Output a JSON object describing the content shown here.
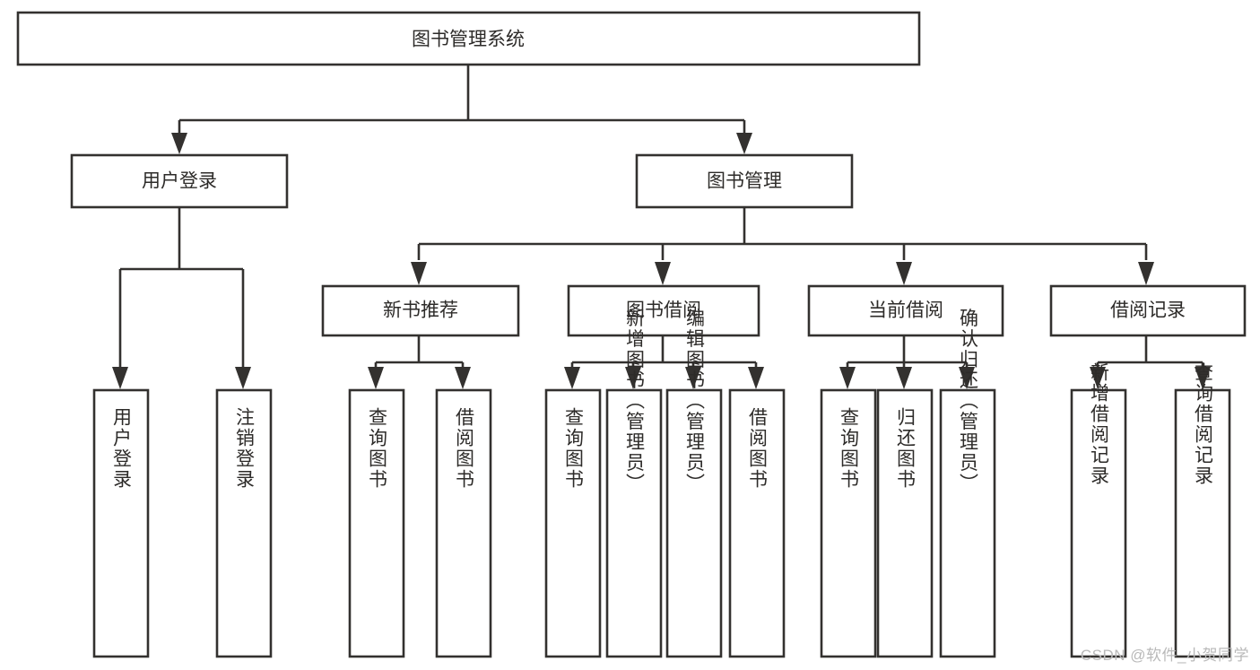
{
  "diagram": {
    "type": "tree-hierarchy",
    "orientation": "top-down",
    "title": "图书管理系统",
    "root": {
      "id": "root",
      "label": "图书管理系统"
    },
    "level2": [
      {
        "id": "user-login",
        "label": "用户登录"
      },
      {
        "id": "book-manage",
        "label": "图书管理"
      }
    ],
    "level3": [
      {
        "id": "new-book-recommend",
        "label": "新书推荐",
        "parent": "book-manage"
      },
      {
        "id": "book-borrow",
        "label": "图书借阅",
        "parent": "book-manage"
      },
      {
        "id": "current-borrow",
        "label": "当前借阅",
        "parent": "book-manage"
      },
      {
        "id": "borrow-record",
        "label": "借阅记录",
        "parent": "book-manage"
      }
    ],
    "leaves": [
      {
        "id": "leaf-user-login",
        "label": "用户登录",
        "parent": "user-login"
      },
      {
        "id": "leaf-logout-login",
        "label": "注销登录",
        "parent": "user-login"
      },
      {
        "id": "leaf-query-book-1",
        "label": "查询图书",
        "parent": "new-book-recommend"
      },
      {
        "id": "leaf-borrow-book-1",
        "label": "借阅图书",
        "parent": "new-book-recommend"
      },
      {
        "id": "leaf-query-book-2",
        "label": "查询图书",
        "parent": "book-borrow"
      },
      {
        "id": "leaf-add-book",
        "label": "新增图书（管理员）",
        "parent": "book-borrow"
      },
      {
        "id": "leaf-edit-book",
        "label": "编辑图书（管理员）",
        "parent": "book-borrow"
      },
      {
        "id": "leaf-borrow-book-2",
        "label": "借阅图书",
        "parent": "book-borrow"
      },
      {
        "id": "leaf-query-book-3",
        "label": "查询图书",
        "parent": "current-borrow"
      },
      {
        "id": "leaf-return-book",
        "label": "归还图书",
        "parent": "current-borrow"
      },
      {
        "id": "leaf-confirm-return",
        "label": "确认归还（管理员）",
        "parent": "current-borrow"
      },
      {
        "id": "leaf-add-record",
        "label": "新增借阅记录",
        "parent": "borrow-record"
      },
      {
        "id": "leaf-query-record",
        "label": "查询借阅记录",
        "parent": "borrow-record"
      }
    ],
    "colors": {
      "stroke": "#33312f",
      "fill": "#ffffff",
      "text": "#2d2b29",
      "watermark": "#b9b9b9"
    }
  },
  "watermark": {
    "text": "CSDN @软件_小贺同学"
  }
}
